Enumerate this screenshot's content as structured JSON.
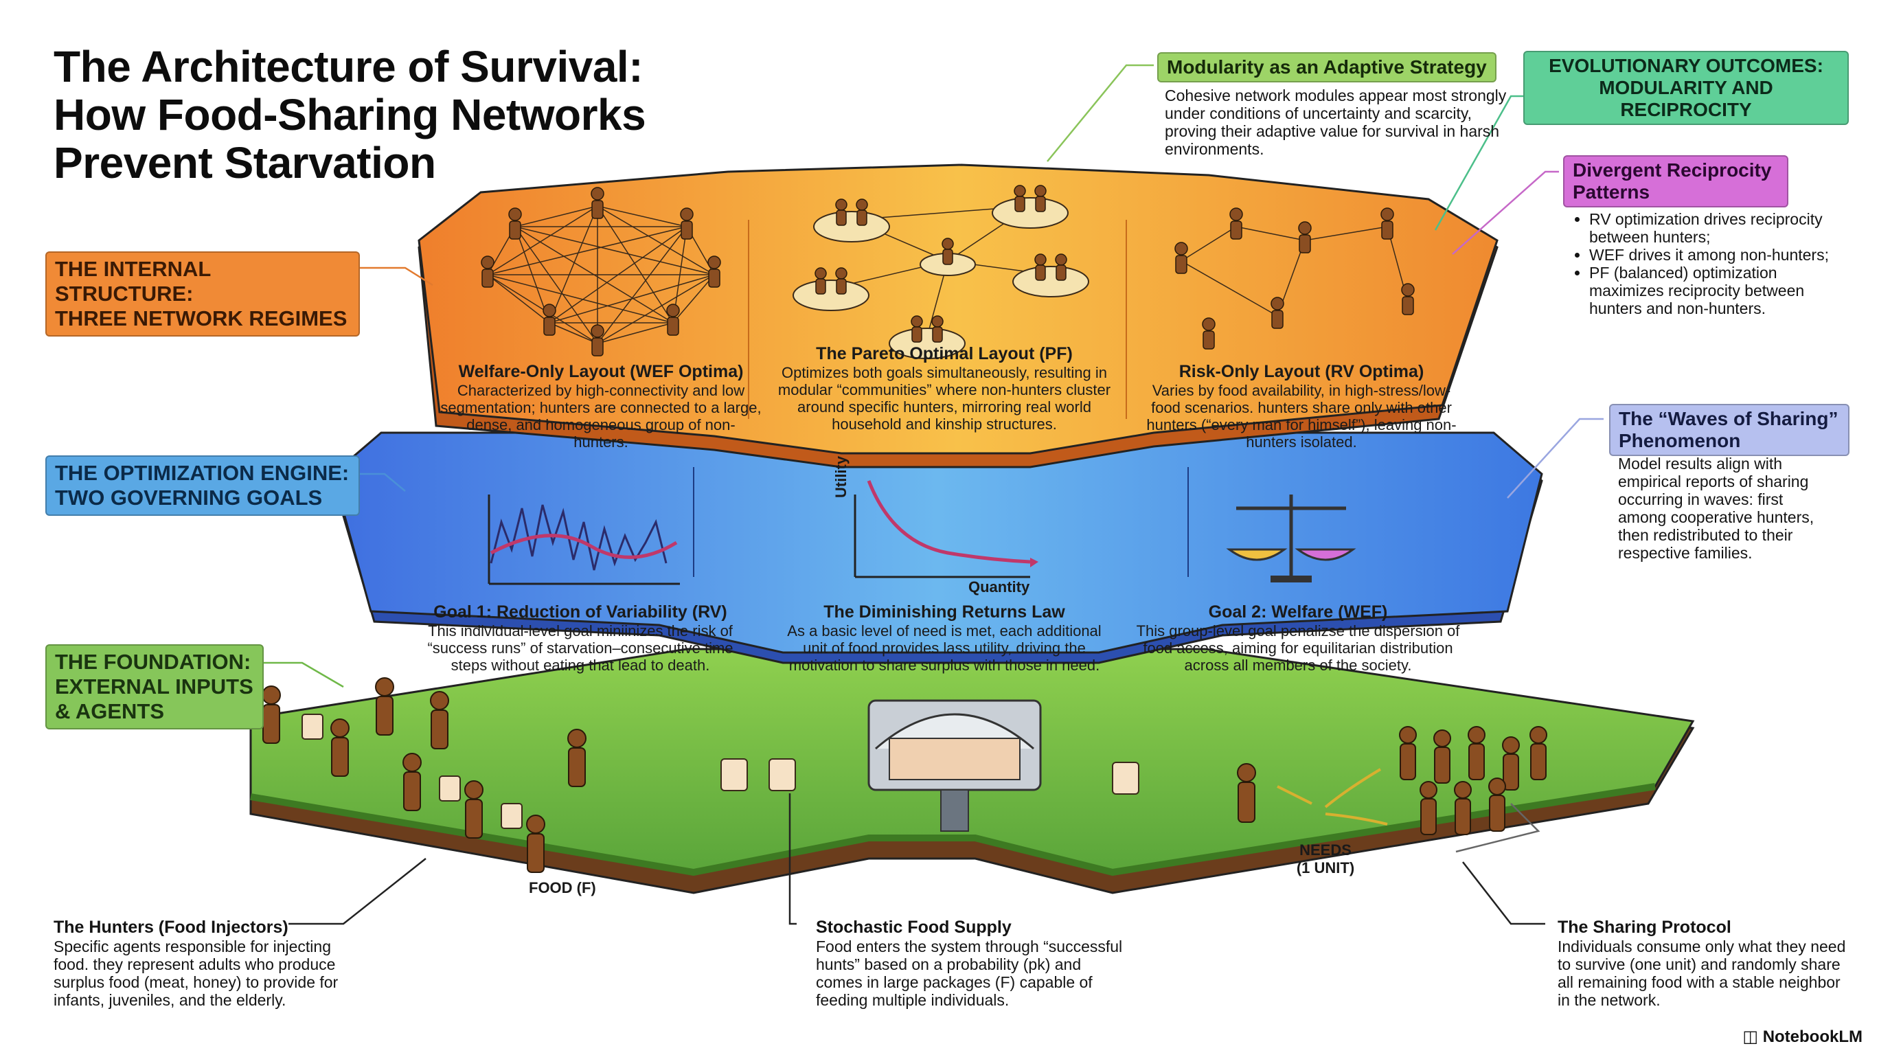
{
  "title": {
    "line1": "The Architecture of Survival:",
    "line2": "How Food-Sharing Networks",
    "line3": "Prevent Starvation"
  },
  "tags": {
    "internal_line1": "THE INTERNAL STRUCTURE:",
    "internal_line2": "THREE NETWORK REGIMES",
    "engine_line1": "THE OPTIMIZATION ENGINE:",
    "engine_line2": "TWO GOVERNING GOALS",
    "foundation_line1": "THE FOUNDATION:",
    "foundation_line2": "EXTERNAL INPUTS",
    "foundation_line3": "& AGENTS"
  },
  "top_layer": {
    "wef": {
      "title": "Welfare-Only Layout (WEF Optima)",
      "text": "Characterized by high-connectivity and low segmentation; hunters are connected to a large, dense, and homogeneous group of non-hunters."
    },
    "pf": {
      "title": "The Pareto Optimal Layout (PF)",
      "text": "Optimizes both goals simultaneously, resulting in modular “communities” where non-hunters cluster around specific hunters, mirroring real world household and kinship structures."
    },
    "rv": {
      "title": "Risk-Only Layout (RV Optima)",
      "text": "Varies by food availability, in high-stress/low-food scenarios. hunters share only with other hunters (“every man for himself”), leaving non-hunters isolated."
    }
  },
  "middle_layer": {
    "goal1": {
      "title": "Goal 1: Reduction of Variability (RV)",
      "text": "This individual-level goal miniinizes the risk of “success runs” of starvation–consecutive time steps without eating that lead to death."
    },
    "law": {
      "title": "The Diminishing Returns Law",
      "text": "As a basic level of need is met, each additional unit of food provides lass utility, driving the motivation to share surplus with those in need.",
      "y_label": "Utility",
      "x_label": "Quantity"
    },
    "goal2": {
      "title": "Goal 2: Welfare (WEF)",
      "text": "This group-level goal penalizse the dispersion of food access, aiming for equilitarian distribution across all members of the society."
    }
  },
  "ground": {
    "food_label": "FOOD (F)",
    "needs_line1": "NEEDS",
    "needs_line2": "(1 UNIT)"
  },
  "annotations": {
    "modularity": {
      "title": "Modularity as an Adaptive Strategy",
      "text": "Cohesive network modules appear most strongly under conditions of uncertainty and scarcity, proving their adaptive value for survival in harsh environments."
    },
    "evolutionary": {
      "line1": "EVOLUTIONARY OUTCOMES:",
      "line2": "MODULARITY AND RECIPROCITY"
    },
    "divergent": {
      "title": "Divergent Reciprocity Patterns",
      "bullets": [
        "RV optimization drives reciprocity between hunters;",
        "WEF drives it among non-hunters;",
        "PF (balanced) optimization maximizes reciprocity between hunters and non-hunters."
      ]
    },
    "waves": {
      "title": "The “Waves of Sharing” Phenomenon",
      "text": "Model results align with empirical reports of sharing occurring in waves: first among cooperative hunters, then redistributed to their respective families."
    },
    "hunters": {
      "title": "The Hunters (Food Injectors)",
      "text": "Specific agents responsible for injecting food. they represent adults who produce surplus food (meat, honey) to provide for infants, juveniles, and the elderly."
    },
    "supply": {
      "title": "Stochastic Food Supply",
      "text": "Food enters the system through “successful hunts” based on a probability (pk) and comes in large packages (F) capable of feeding multiple individuals."
    },
    "protocol": {
      "title": "The Sharing Protocol",
      "text": "Individuals consume only what they need to survive (one unit) and randomly share all remaining food with a stable neighbor in the network."
    }
  },
  "brand": "NotebookLM",
  "colors": {
    "orange_layer": "#f39a3c",
    "blue_layer": "#4f8fe0",
    "green_ground": "#6fbf3f",
    "soil": "#7a4a24"
  }
}
